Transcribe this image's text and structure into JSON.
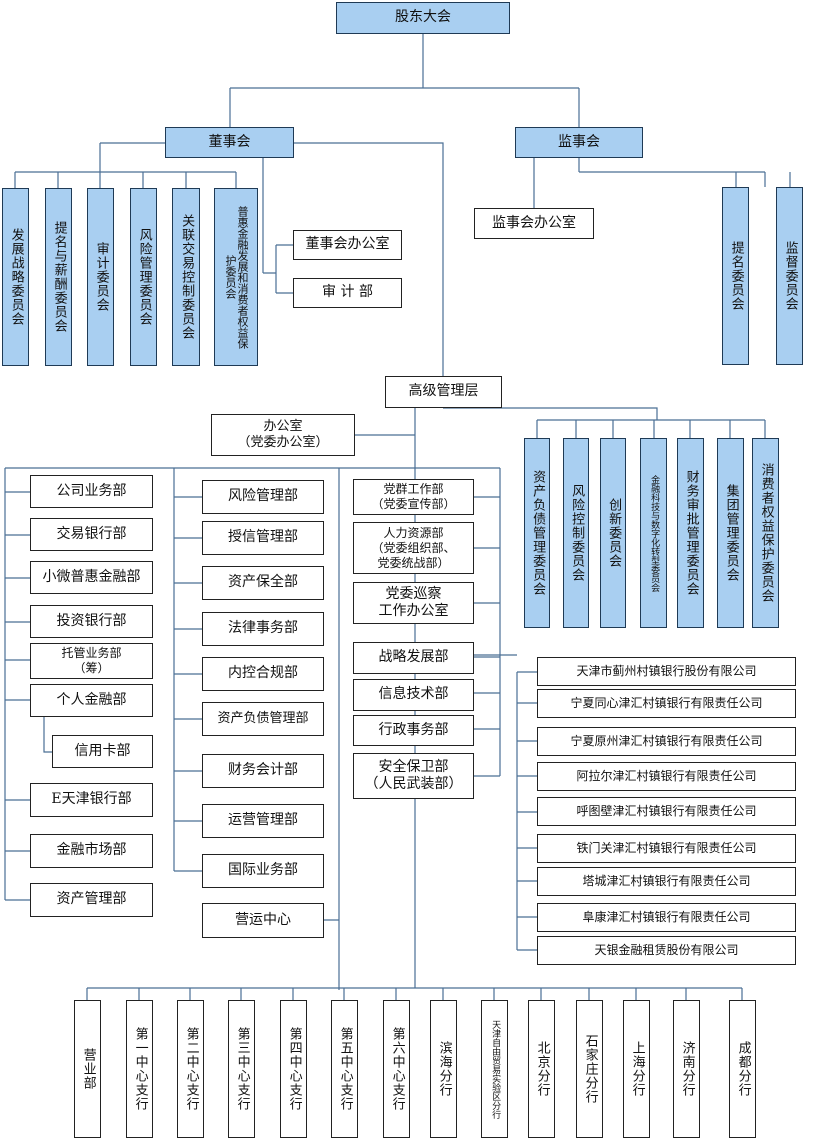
{
  "top": {
    "shareholders": "股东大会",
    "board": "董事会",
    "supervisory": "监事会",
    "senior_mgmt": "高级管理层"
  },
  "board_committees": [
    "发展战略委员会",
    "提名与薪酬委员会",
    "审计委员会",
    "风险管理委员会",
    "关联交易控制委员会",
    "普惠金融发展和消费者权益保护委员会"
  ],
  "board_offices": [
    "董事会办公室",
    "审 计 部"
  ],
  "supervisory_office": "监事会办公室",
  "supervisory_committees": [
    "提名委员会",
    "监督委员会"
  ],
  "office": "办公室\n（党委办公室）",
  "mgmt_committees": [
    "资产负债管理委员会",
    "风险控制委员会",
    "创新委员会",
    "金融科技与数字化转型委员会",
    "财务审批管理委员会",
    "集团管理委员会",
    "消费者权益保护委员会"
  ],
  "col1": [
    "公司业务部",
    "交易银行部",
    "小微普惠金融部",
    "投资银行部",
    "托管业务部\n（筹）",
    "个人金融部",
    "信用卡部",
    "E天津银行部",
    "金融市场部",
    "资产管理部"
  ],
  "col2": [
    "风险管理部",
    "授信管理部",
    "资产保全部",
    "法律事务部",
    "内控合规部",
    "资产负债管理部",
    "财务会计部",
    "运营管理部",
    "国际业务部",
    "营运中心"
  ],
  "col3": [
    "党群工作部\n（党委宣传部）",
    "人力资源部\n（党委组织部、\n党委统战部）",
    "党委巡察\n工作办公室",
    "战略发展部",
    "信息技术部",
    "行政事务部",
    "安全保卫部\n（人民武装部）"
  ],
  "subsidiaries": [
    "天津市蓟州村镇银行股份有限公司",
    "宁夏同心津汇村镇银行有限责任公司",
    "宁夏原州津汇村镇银行有限责任公司",
    "阿拉尔津汇村镇银行有限责任公司",
    "呼图壁津汇村镇银行有限责任公司",
    "铁门关津汇村镇银行有限责任公司",
    "塔城津汇村镇银行有限责任公司",
    "阜康津汇村镇银行有限责任公司",
    "天银金融租赁股份有限公司"
  ],
  "branches": [
    "营业部",
    "第一中心支行",
    "第二中心支行",
    "第三中心支行",
    "第四中心支行",
    "第五中心支行",
    "第六中心支行",
    "滨海分行",
    "天津自由贸易实验区分行",
    "北京分行",
    "石家庄分行",
    "上海分行",
    "济南分行",
    "成都分行"
  ],
  "colors": {
    "node_fill": "#a9cff1",
    "line": "#4a6f95",
    "border": "#222222"
  }
}
